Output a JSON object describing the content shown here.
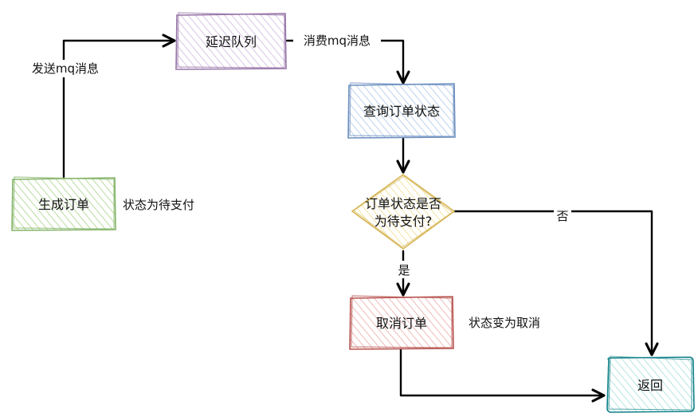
{
  "nodes": {
    "create_order": {
      "label": "生成订单",
      "note": "状态为待支付",
      "color": "#82b366"
    },
    "delay_queue": {
      "label": "延迟队列",
      "color": "#9673a6"
    },
    "query_status": {
      "label": "查询订单状态",
      "color": "#6c8ebf"
    },
    "decision": {
      "line1": "订单状态是否",
      "line2": "为待支付?",
      "color": "#d6b656"
    },
    "cancel_order": {
      "label": "取消订单",
      "note": "状态变为取消",
      "color": "#b85450"
    },
    "return": {
      "label": "返回",
      "color": "#0e8088"
    }
  },
  "edges": {
    "send_msg": "发送mq消息",
    "consume_msg": "消费mq消息",
    "yes": "是",
    "no": "否"
  }
}
